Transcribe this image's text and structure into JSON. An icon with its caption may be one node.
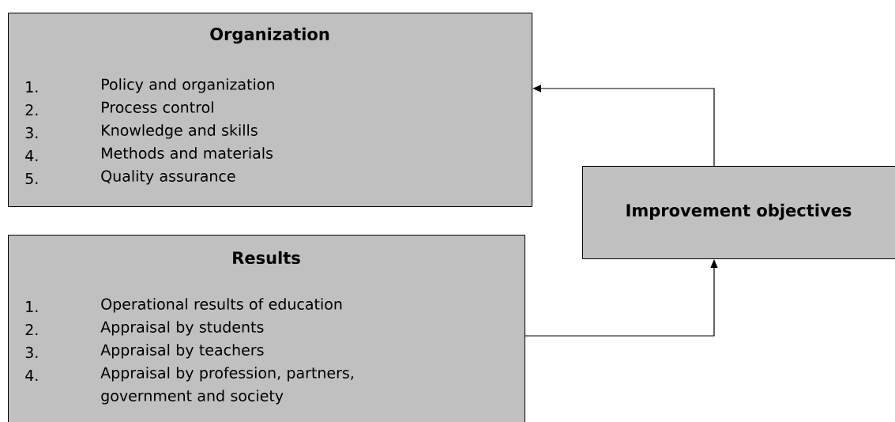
{
  "diagram": {
    "nodes": [
      {
        "text": [
          "Organization",
          "1.",
          "Policy and organization",
          "2.",
          "Process control",
          "3.",
          "Knowledge and skills",
          "4.",
          "Methods and materials",
          "5.",
          "Quality assurance"
        ]
      },
      {
        "text": [
          "Results",
          "1.",
          "Operational results of education",
          "2.",
          "Appraisal by students",
          "3.",
          "Appraisal by teachers",
          "4.",
          "Appraisal by profession, partners, government and society"
        ]
      },
      {
        "text": [
          "Improvement objectives"
        ]
      }
    ],
    "edges": [
      {
        "from": 2,
        "to": 0,
        "arrow": "to"
      },
      {
        "from": 1,
        "to": 2,
        "arrow": "to"
      }
    ]
  }
}
